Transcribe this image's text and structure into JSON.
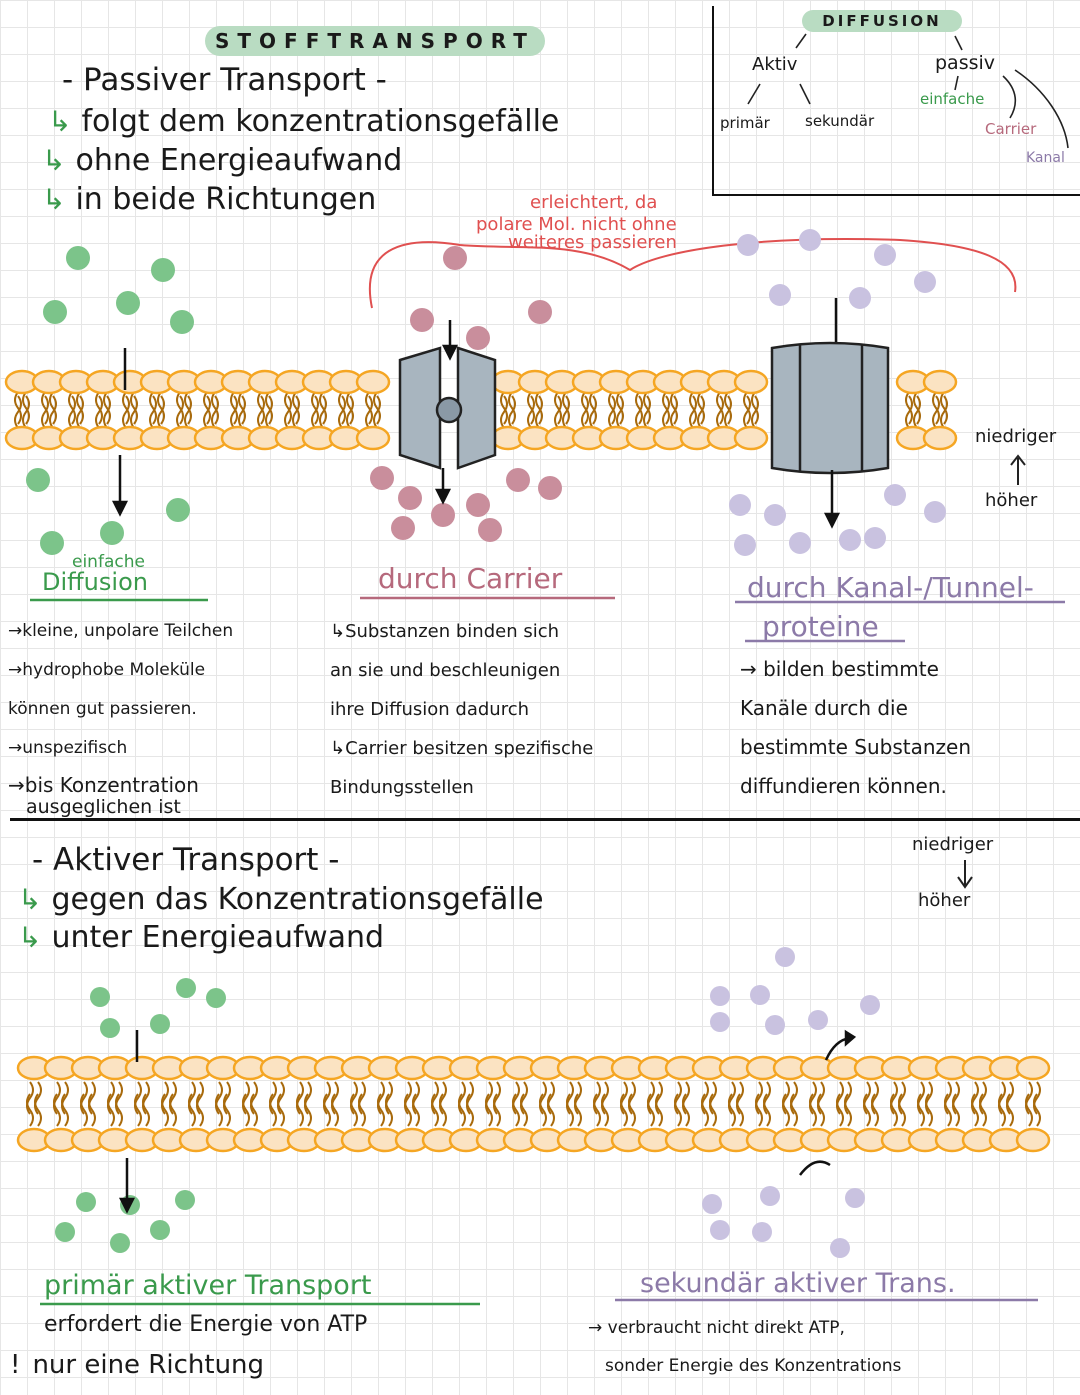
{
  "title": "STOFFTRANSPORT",
  "passive": {
    "heading": "- Passiver Transport -",
    "bullets": [
      "folgt dem konzentrationsgefälle",
      "ohne Energieaufwand",
      "in beide Richtungen"
    ],
    "annotation": [
      "erleichtert, da",
      "polare Mol. nicht ohne",
      "weiteres passieren"
    ]
  },
  "diffusion_box": {
    "title": "DIFFUSION",
    "aktiv": "Aktiv",
    "passiv": "passiv",
    "primaer": "primär",
    "sekundaer": "sekundär",
    "einfache": "einfache",
    "carrier": "Carrier",
    "kanal": "Kanal"
  },
  "gradient_top": {
    "low": "niedriger",
    "high": "höher"
  },
  "gradient_bottom": {
    "low": "niedriger",
    "high": "höher"
  },
  "sections": {
    "simple": {
      "label_small": "einfache",
      "label": "Diffusion",
      "notes": [
        "→kleine, unpolare Teilchen",
        "→hydrophobe Moleküle",
        "können gut passieren.",
        "→unspezifisch",
        "→bis Konzentration",
        "ausgeglichen ist"
      ]
    },
    "carrier": {
      "label": "durch Carrier",
      "notes": [
        "↳Substanzen binden sich",
        "an sie und beschleunigen",
        "ihre Diffusion dadurch",
        "↳Carrier besitzen spezifische",
        "Bindungsstellen"
      ]
    },
    "channel": {
      "label1": "durch Kanal-/Tunnel-",
      "label2": "proteine",
      "notes": [
        "→ bilden bestimmte",
        "Kanäle durch die",
        "bestimmte Substanzen",
        "diffundieren können."
      ]
    }
  },
  "active": {
    "heading": "- Aktiver Transport -",
    "bullets": [
      "gegen das Konzentrationsgefälle",
      "unter Energieaufwand"
    ],
    "primary": {
      "label": "primär aktiver Transport",
      "notes": [
        "erfordert die Energie von ATP",
        "nur eine Richtung"
      ]
    },
    "secondary": {
      "label": "sekundär aktiver Trans.",
      "notes": [
        "→ verbraucht nicht direkt ATP,",
        "sonder Energie des Konzentrations"
      ]
    }
  },
  "colors": {
    "green": "#7cc48a",
    "rose": "#c98e9c",
    "lavender": "#c9c2e0",
    "lipid": "#f5a623",
    "protein": "#a8b5bf"
  }
}
